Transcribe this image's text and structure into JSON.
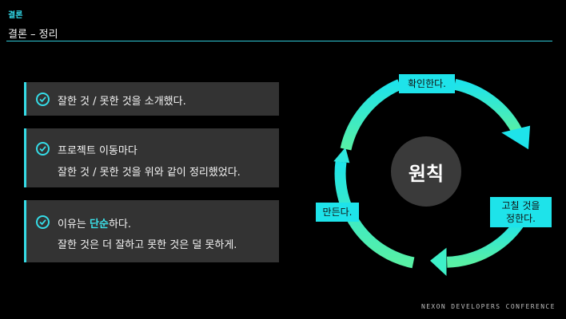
{
  "header": {
    "section": "결론",
    "title": "결론 – 정리"
  },
  "summary_items": [
    {
      "line1": "잘한 것 / 못한 것을 소개했다."
    },
    {
      "line1": "프로젝트 이동마다",
      "line2": "잘한 것 / 못한 것을 위와 같이 정리했었다."
    },
    {
      "line1_pre": "이유는 ",
      "line1_highlight": "단순",
      "line1_post": "하다.",
      "line2": "잘한 것은 더 잘하고 못한 것은 덜 못하게."
    }
  ],
  "cycle": {
    "center": "원칙",
    "steps": {
      "top": "확인한다.",
      "right_line1": "고칠 것을",
      "right_line2": "정한다.",
      "left": "만든다."
    }
  },
  "footer": {
    "brand": "NEXON DEVELOPERS CONFERENCE"
  },
  "colors": {
    "accent": "#35dce7",
    "card_bg": "#333333",
    "arrow_start": "#1ee3ea",
    "arrow_end": "#58f0a5",
    "step_bg": "#1ee3ea"
  },
  "icons": [
    "check-circle-icon",
    "cycle-arrow-icon"
  ]
}
